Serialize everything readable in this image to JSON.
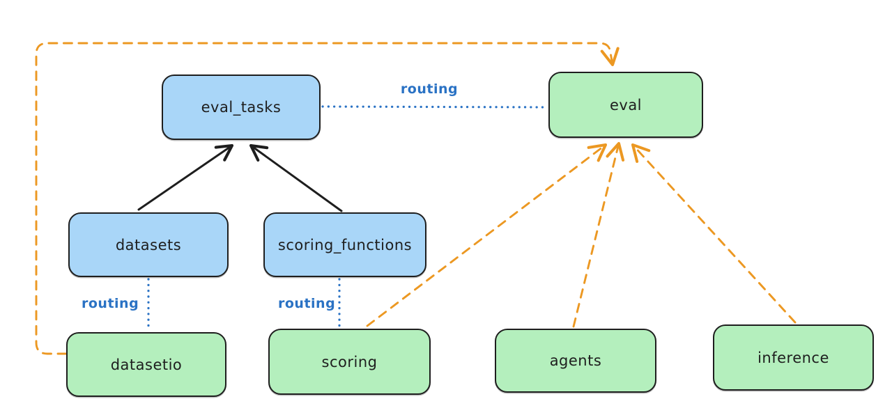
{
  "diagram": {
    "type": "architecture-routing-diagram",
    "colors": {
      "background": "#ffffff",
      "node_stroke": "#1e1e1e",
      "api_fill_blue": "#a9d6f8",
      "provider_fill_green": "#b4efbd",
      "routing_blue": "#2a72c4",
      "dashed_orange": "#ec9822",
      "solid_black": "#1e1e1e"
    },
    "nodes": [
      {
        "id": "eval_tasks",
        "label": "eval_tasks",
        "fill": "#a9d6f8"
      },
      {
        "id": "eval",
        "label": "eval",
        "fill": "#b4efbd"
      },
      {
        "id": "datasets",
        "label": "datasets",
        "fill": "#a9d6f8"
      },
      {
        "id": "scoring_functions",
        "label": "scoring_functions",
        "fill": "#a9d6f8"
      },
      {
        "id": "datasetio",
        "label": "datasetio",
        "fill": "#b4efbd"
      },
      {
        "id": "scoring",
        "label": "scoring",
        "fill": "#b4efbd"
      },
      {
        "id": "agents",
        "label": "agents",
        "fill": "#b4efbd"
      },
      {
        "id": "inference",
        "label": "inference",
        "fill": "#b4efbd"
      }
    ],
    "edges": [
      {
        "from": "datasets",
        "to": "eval_tasks",
        "style": "solid",
        "color": "#1e1e1e",
        "arrow": true,
        "label": ""
      },
      {
        "from": "scoring_functions",
        "to": "eval_tasks",
        "style": "solid",
        "color": "#1e1e1e",
        "arrow": true,
        "label": ""
      },
      {
        "from": "eval_tasks",
        "to": "eval",
        "style": "dotted",
        "color": "#2a72c4",
        "arrow": false,
        "label": "routing"
      },
      {
        "from": "datasets",
        "to": "datasetio",
        "style": "dotted",
        "color": "#2a72c4",
        "arrow": false,
        "label": "routing"
      },
      {
        "from": "scoring_functions",
        "to": "scoring",
        "style": "dotted",
        "color": "#2a72c4",
        "arrow": false,
        "label": "routing"
      },
      {
        "from": "datasetio",
        "to": "eval",
        "style": "dashed",
        "color": "#ec9822",
        "arrow": true,
        "label": ""
      },
      {
        "from": "scoring",
        "to": "eval",
        "style": "dashed",
        "color": "#ec9822",
        "arrow": true,
        "label": ""
      },
      {
        "from": "agents",
        "to": "eval",
        "style": "dashed",
        "color": "#ec9822",
        "arrow": true,
        "label": ""
      },
      {
        "from": "inference",
        "to": "eval",
        "style": "dashed",
        "color": "#ec9822",
        "arrow": true,
        "label": ""
      }
    ]
  }
}
